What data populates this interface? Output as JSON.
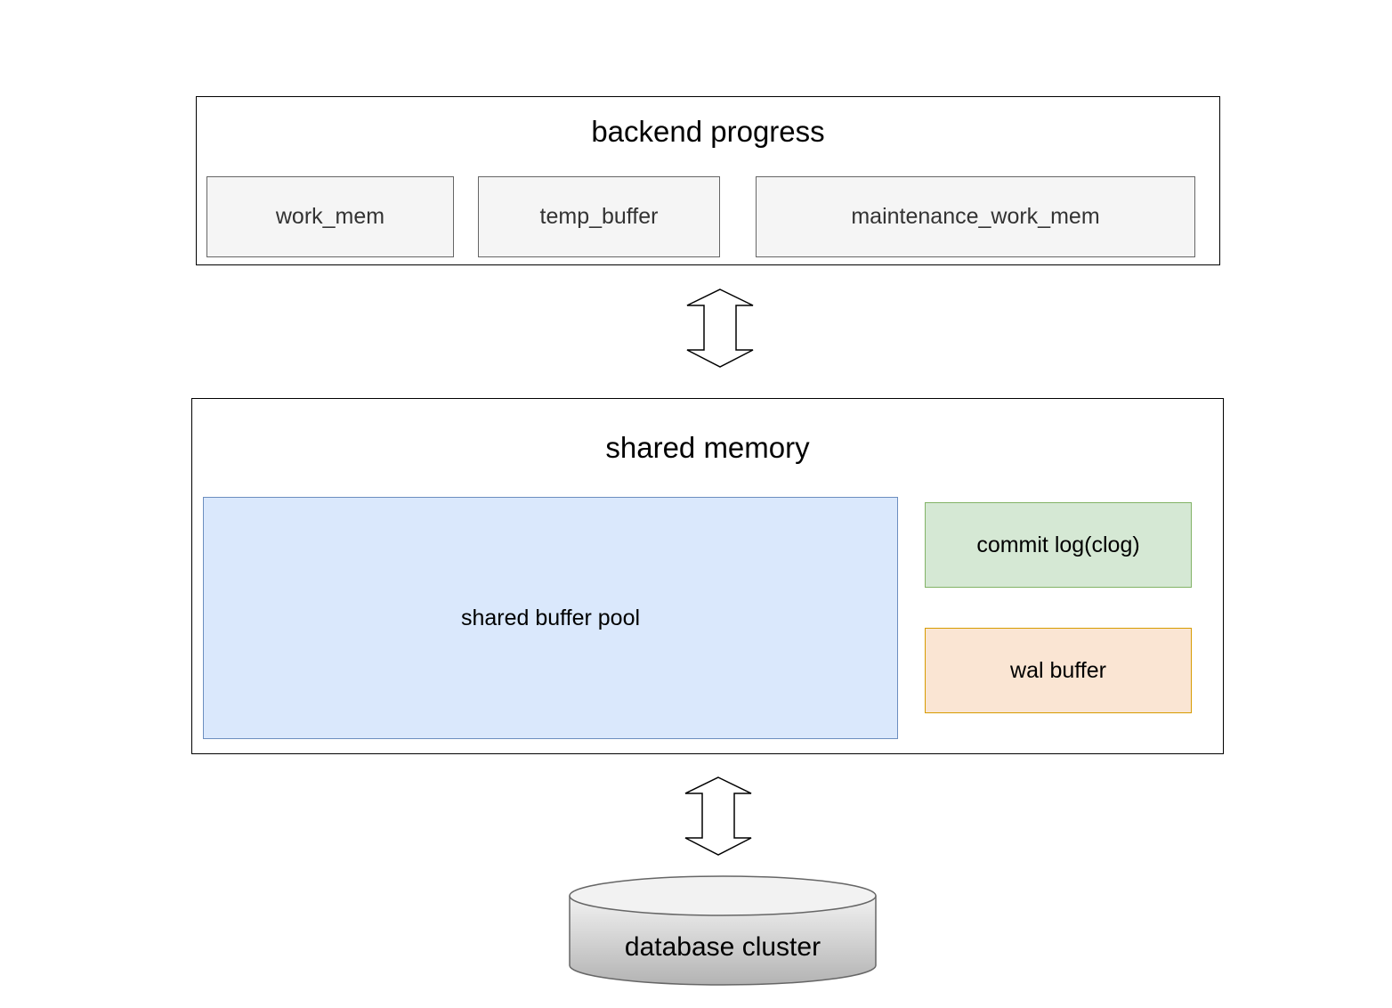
{
  "backend": {
    "title": "backend progress",
    "items": [
      {
        "label": "work_mem"
      },
      {
        "label": "temp_buffer"
      },
      {
        "label": "maintenance_work_mem"
      }
    ]
  },
  "shared_memory": {
    "title": "shared memory",
    "buffer_pool": "shared buffer pool",
    "clog": "commit log(clog)",
    "wal": "wal buffer"
  },
  "storage": {
    "label": "database cluster"
  },
  "connectors": [
    {
      "name": "backend-shared-arrow",
      "direction": "bidirectional"
    },
    {
      "name": "shared-storage-arrow",
      "direction": "bidirectional"
    }
  ],
  "colors": {
    "grey_fill": "#f5f5f5",
    "blue_fill": "#dae8fc",
    "green_fill": "#d5e8d4",
    "orange_fill": "#fae5d3"
  }
}
